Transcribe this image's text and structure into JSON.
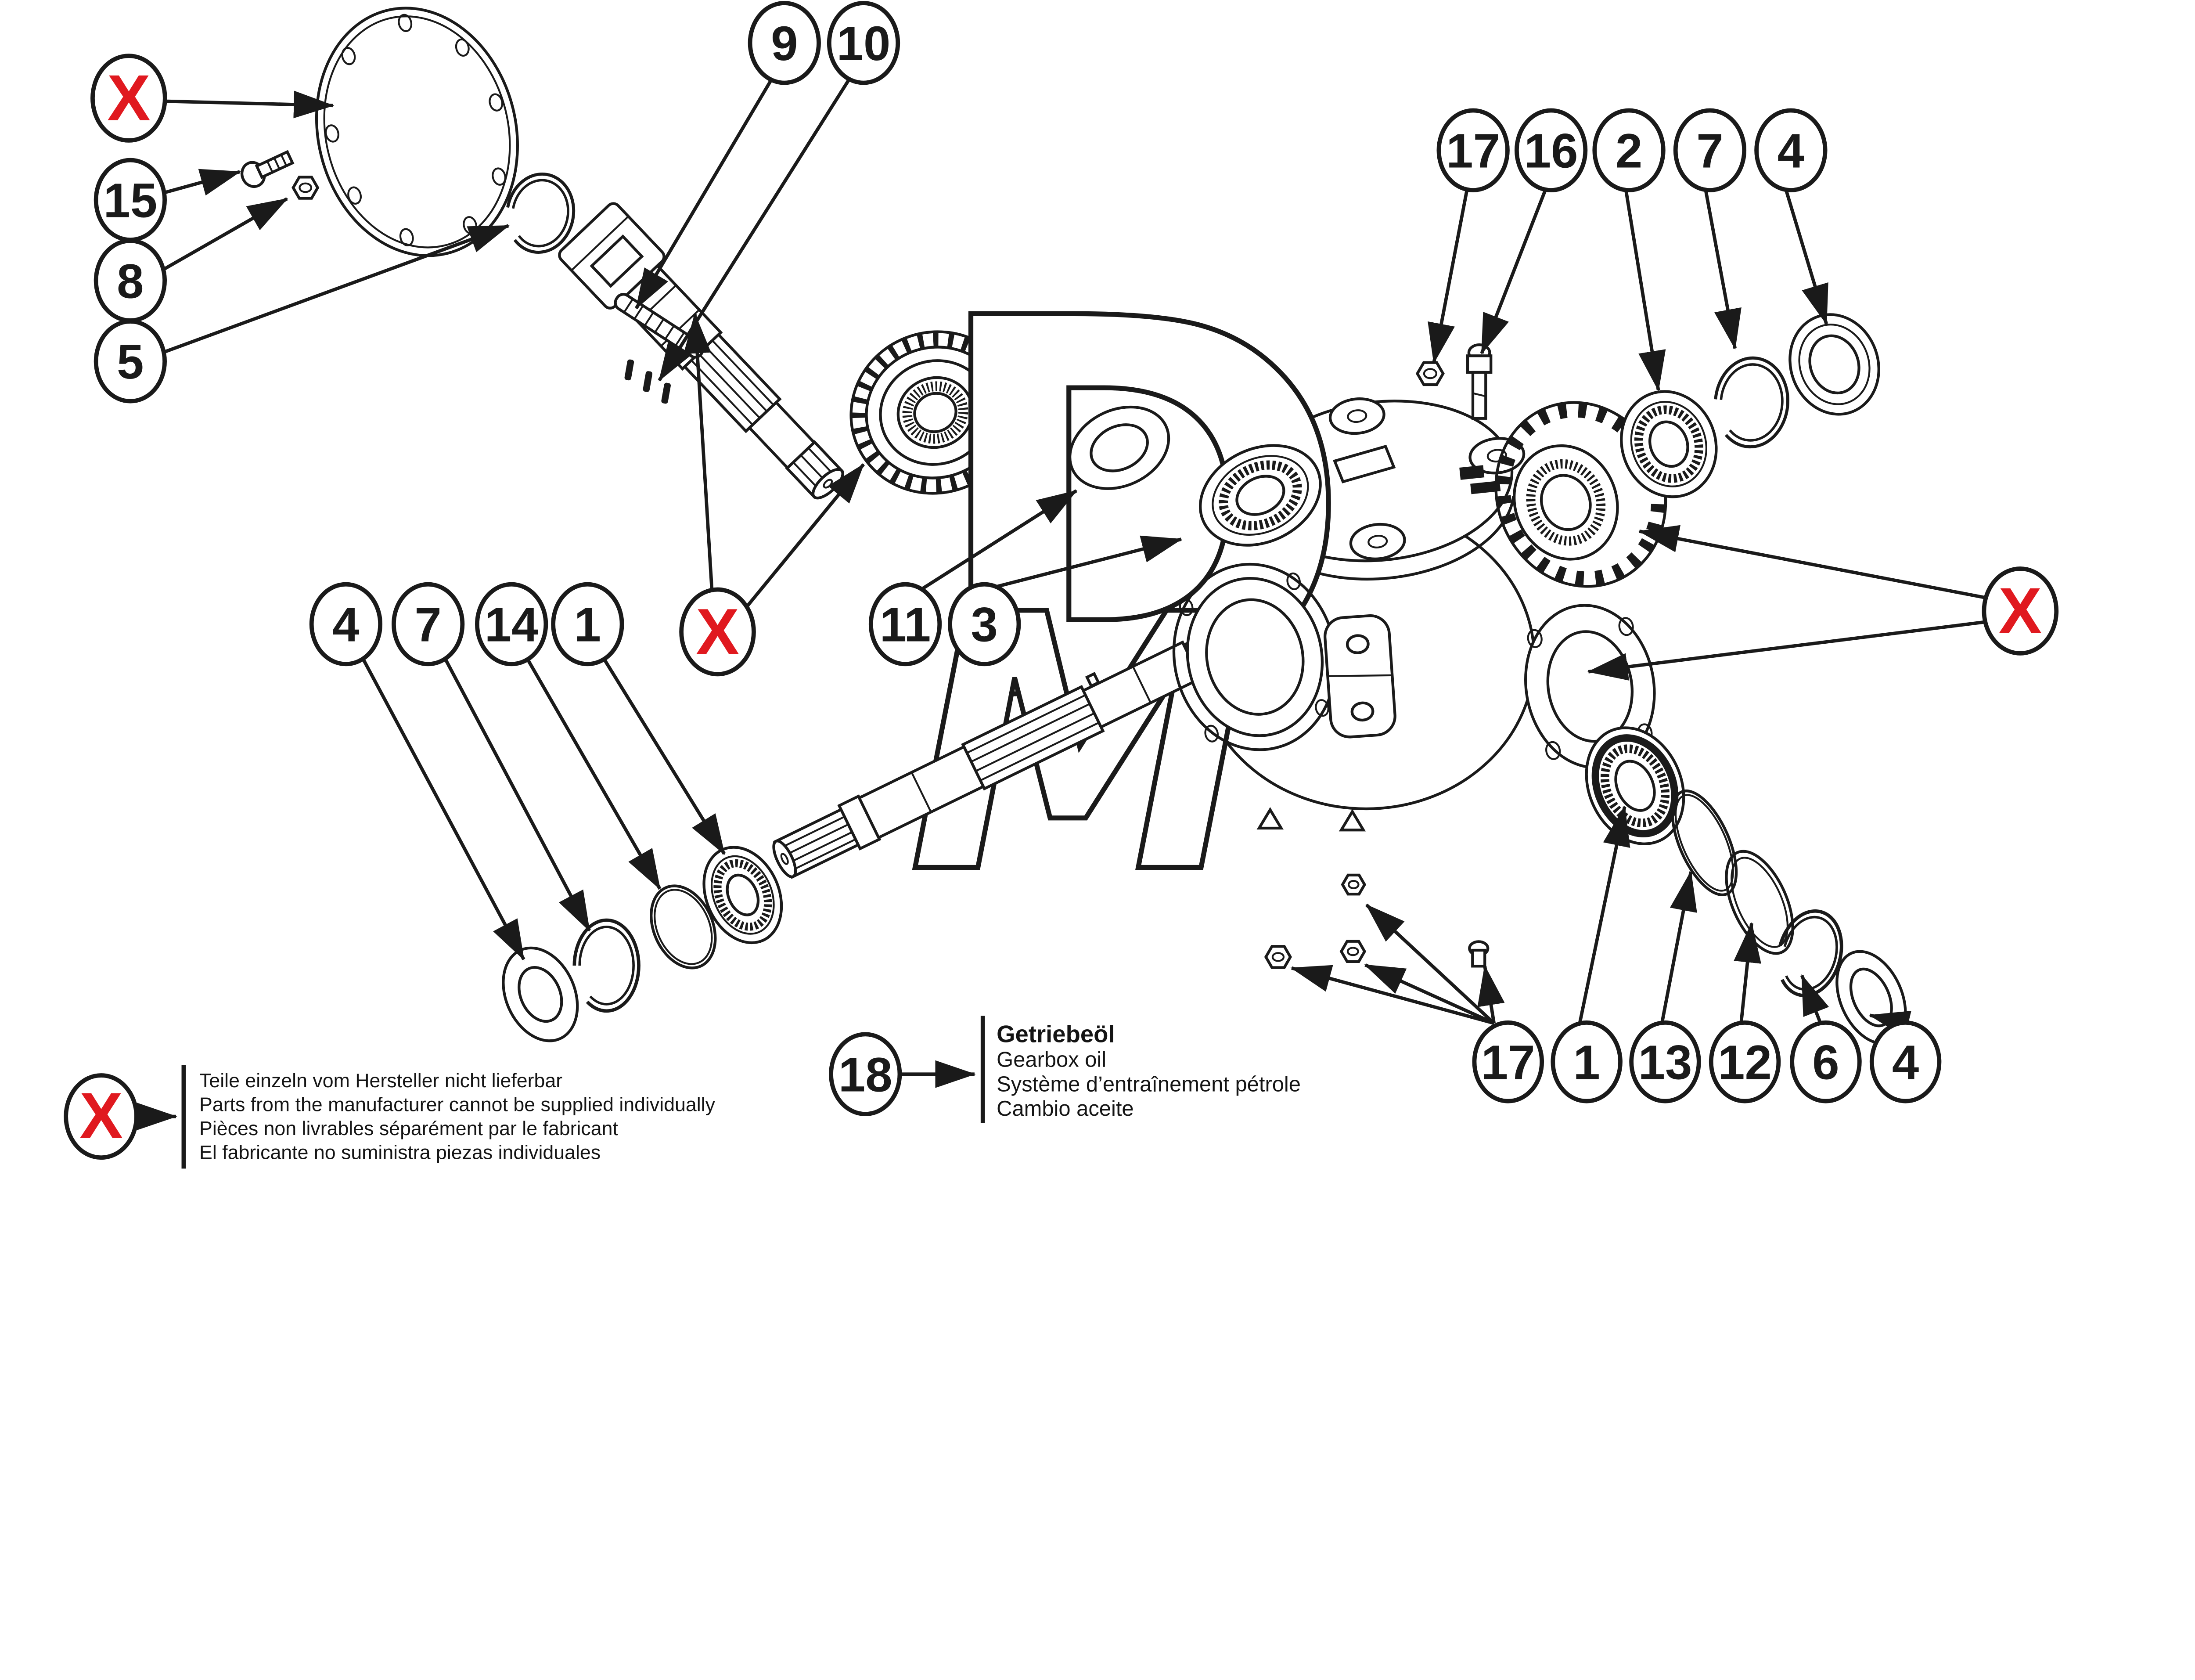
{
  "diagram": {
    "type": "exploded-parts-diagram",
    "subject": "gearbox"
  },
  "colors": {
    "x_red": "#e0191f",
    "ink": "#1a1a1a"
  },
  "callouts": {
    "x": "X",
    "top_left": [
      "15",
      "8",
      "5"
    ],
    "top_mid": [
      "9",
      "10"
    ],
    "top_right": [
      "17",
      "16",
      "2",
      "7",
      "4"
    ],
    "mid_left": [
      "4",
      "7",
      "14",
      "1"
    ],
    "mid_center": [
      "11",
      "3"
    ],
    "oil": "18",
    "bottom_right": [
      "17",
      "1",
      "13",
      "12",
      "6",
      "4"
    ]
  },
  "footnote": {
    "lines": [
      "Teile einzeln vom Hersteller nicht lieferbar",
      "Parts from the manufacturer cannot be supplied individually",
      "Pièces non livrables séparément par le fabricant",
      "El fabricante no suministra piezas individuales"
    ]
  },
  "oil_note": {
    "title": "Getriebeöl",
    "lines": [
      "Gearbox oil",
      "Système d’entraînement pétrole",
      "Cambio aceite"
    ]
  },
  "watermark": {
    "letters": [
      "D",
      "M"
    ]
  }
}
